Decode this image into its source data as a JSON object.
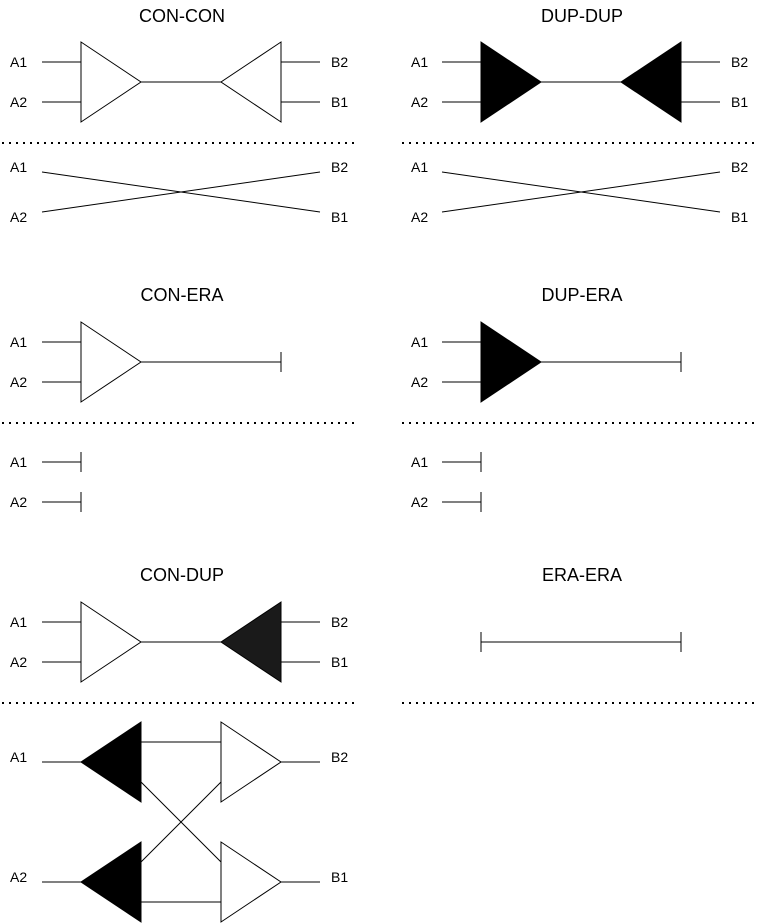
{
  "panels": {
    "con_con": {
      "title": "CON-CON",
      "a1": "A1",
      "a2": "A2",
      "b1": "B1",
      "b2": "B2"
    },
    "dup_dup": {
      "title": "DUP-DUP",
      "a1": "A1",
      "a2": "A2",
      "b1": "B1",
      "b2": "B2"
    },
    "con_era": {
      "title": "CON-ERA",
      "a1": "A1",
      "a2": "A2"
    },
    "dup_era": {
      "title": "DUP-ERA",
      "a1": "A1",
      "a2": "A2"
    },
    "con_dup": {
      "title": "CON-DUP",
      "a1": "A1",
      "a2": "A2",
      "b1": "B1",
      "b2": "B2"
    },
    "era_era": {
      "title": "ERA-ERA"
    }
  },
  "colors": {
    "con_fill": "#ffffff",
    "dup_fill": "#000000",
    "con_dup_dup_fill": "#1a1a1a",
    "stroke": "#000000"
  }
}
